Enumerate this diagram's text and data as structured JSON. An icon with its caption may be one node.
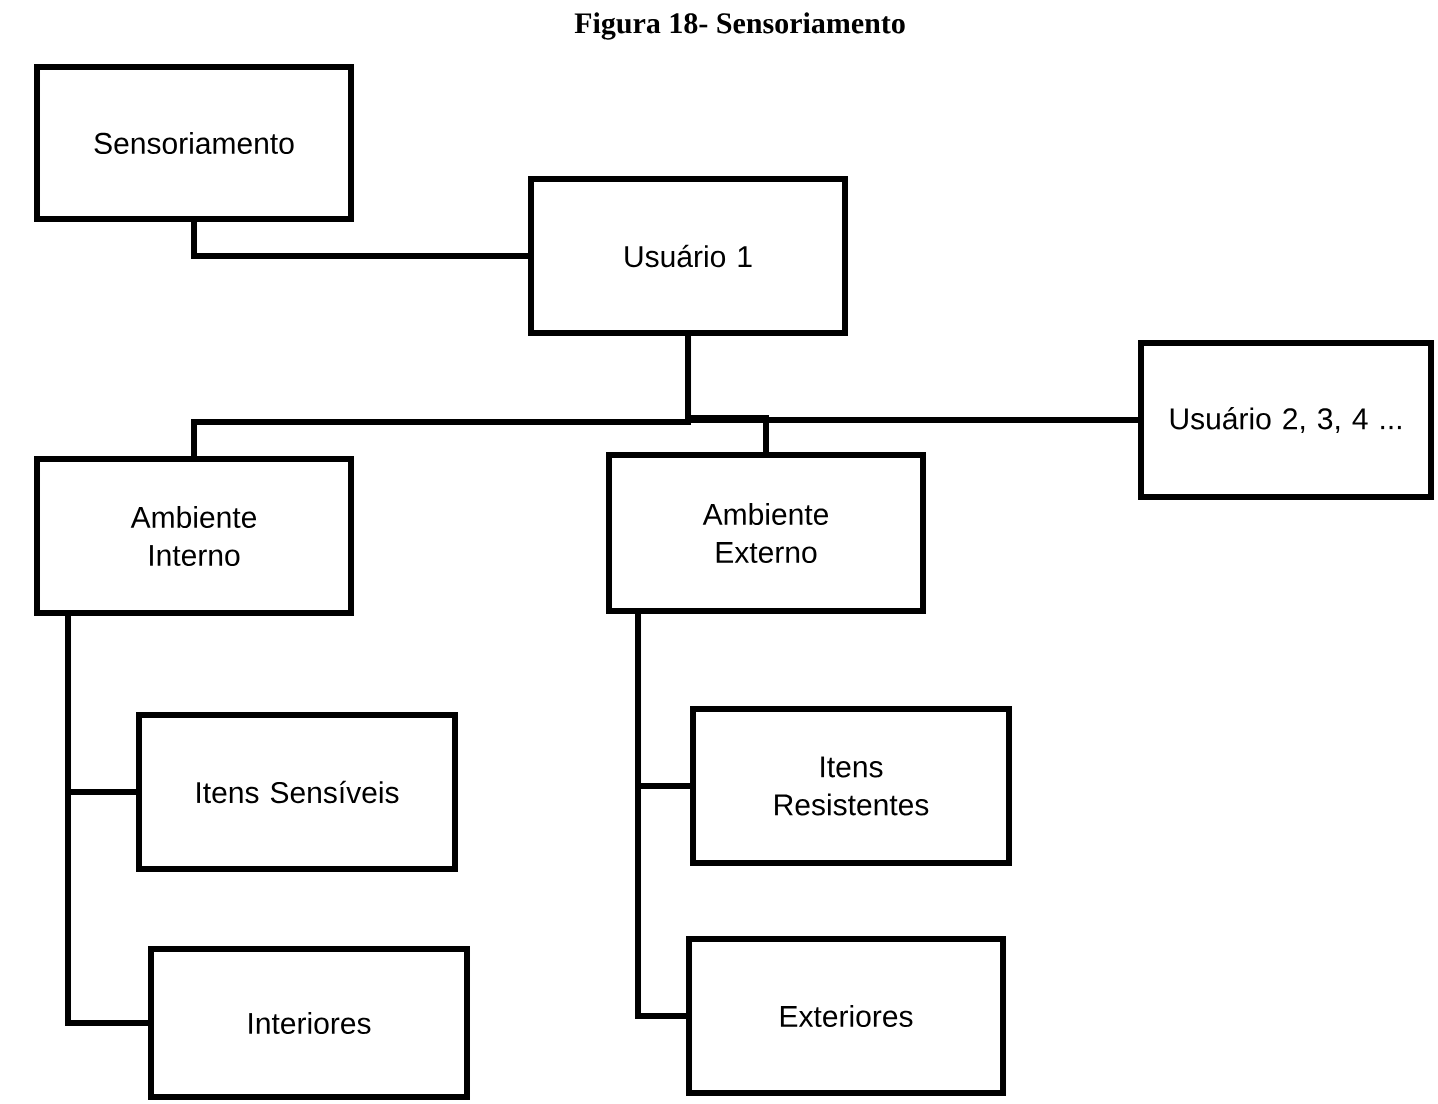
{
  "diagram": {
    "title": "Figura 18- Sensoriamento",
    "nodes": [
      {
        "text": [
          "Sensoriamento"
        ]
      },
      {
        "text": [
          "Usuário 1"
        ]
      },
      {
        "text": [
          "Usuário 2, 3, 4 ..."
        ]
      },
      {
        "text": [
          "Ambiente Interno"
        ]
      },
      {
        "text": [
          "Ambiente Externo"
        ]
      },
      {
        "text": [
          "Itens Sensíveis"
        ]
      },
      {
        "text": [
          "Interiores"
        ]
      },
      {
        "text": [
          "Itens Resistentes"
        ]
      },
      {
        "text": [
          "Exteriores"
        ]
      }
    ],
    "edges": [
      {
        "from": 0,
        "to": 1,
        "arrow": "none"
      },
      {
        "from": 1,
        "to": 3,
        "arrow": "none"
      },
      {
        "from": 1,
        "to": 4,
        "arrow": "none"
      },
      {
        "from": 1,
        "to": 2,
        "arrow": "none"
      },
      {
        "from": 3,
        "to": 5,
        "arrow": "none"
      },
      {
        "from": 3,
        "to": 6,
        "arrow": "none"
      },
      {
        "from": 4,
        "to": 7,
        "arrow": "none"
      },
      {
        "from": 4,
        "to": 8,
        "arrow": "none"
      }
    ]
  }
}
